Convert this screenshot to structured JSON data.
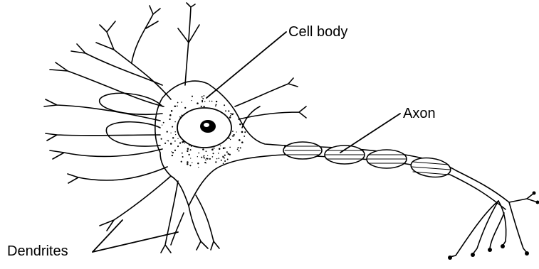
{
  "diagram": {
    "labels": {
      "cell_body": "Cell body",
      "axon": "Axon",
      "dendrites": "Dendrites"
    },
    "colors": {
      "stroke": "#000000",
      "fill": "#ffffff"
    }
  }
}
